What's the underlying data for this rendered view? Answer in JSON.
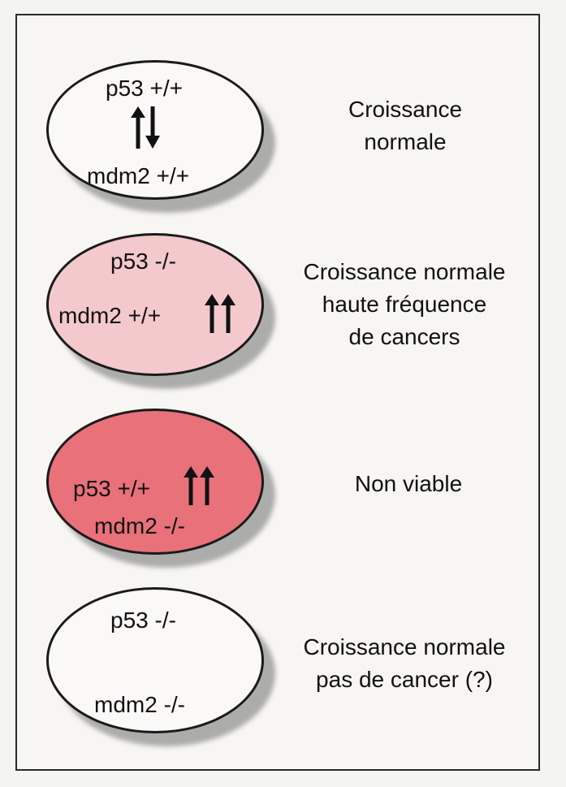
{
  "panels": [
    {
      "top_label": "p53 +/+",
      "bottom_label": "mdm2 +/+",
      "fill": "#fbf9f7",
      "arrows": "up-down",
      "description": [
        "Croissance",
        "normale"
      ]
    },
    {
      "top_label": "p53 -/-",
      "bottom_label": "mdm2 +/+",
      "fill": "#f3c9cc",
      "arrows": "double-up-bottom",
      "description": [
        "Croissance normale",
        "haute fréquence",
        "de cancers"
      ]
    },
    {
      "top_label": "p53 +/+",
      "bottom_label": "mdm2 -/-",
      "fill": "#e8717a",
      "arrows": "double-up-top",
      "description": [
        "Non viable"
      ]
    },
    {
      "top_label": "p53 -/-",
      "bottom_label": "mdm2 -/-",
      "fill": "#fbf9f8",
      "arrows": "none",
      "description": [
        "Croissance normale",
        "pas de cancer (?)"
      ]
    }
  ],
  "colors": {
    "frame_border": "#2a2a2a",
    "oval_border": "#1a1a1a",
    "background": "#f7f6f3"
  }
}
